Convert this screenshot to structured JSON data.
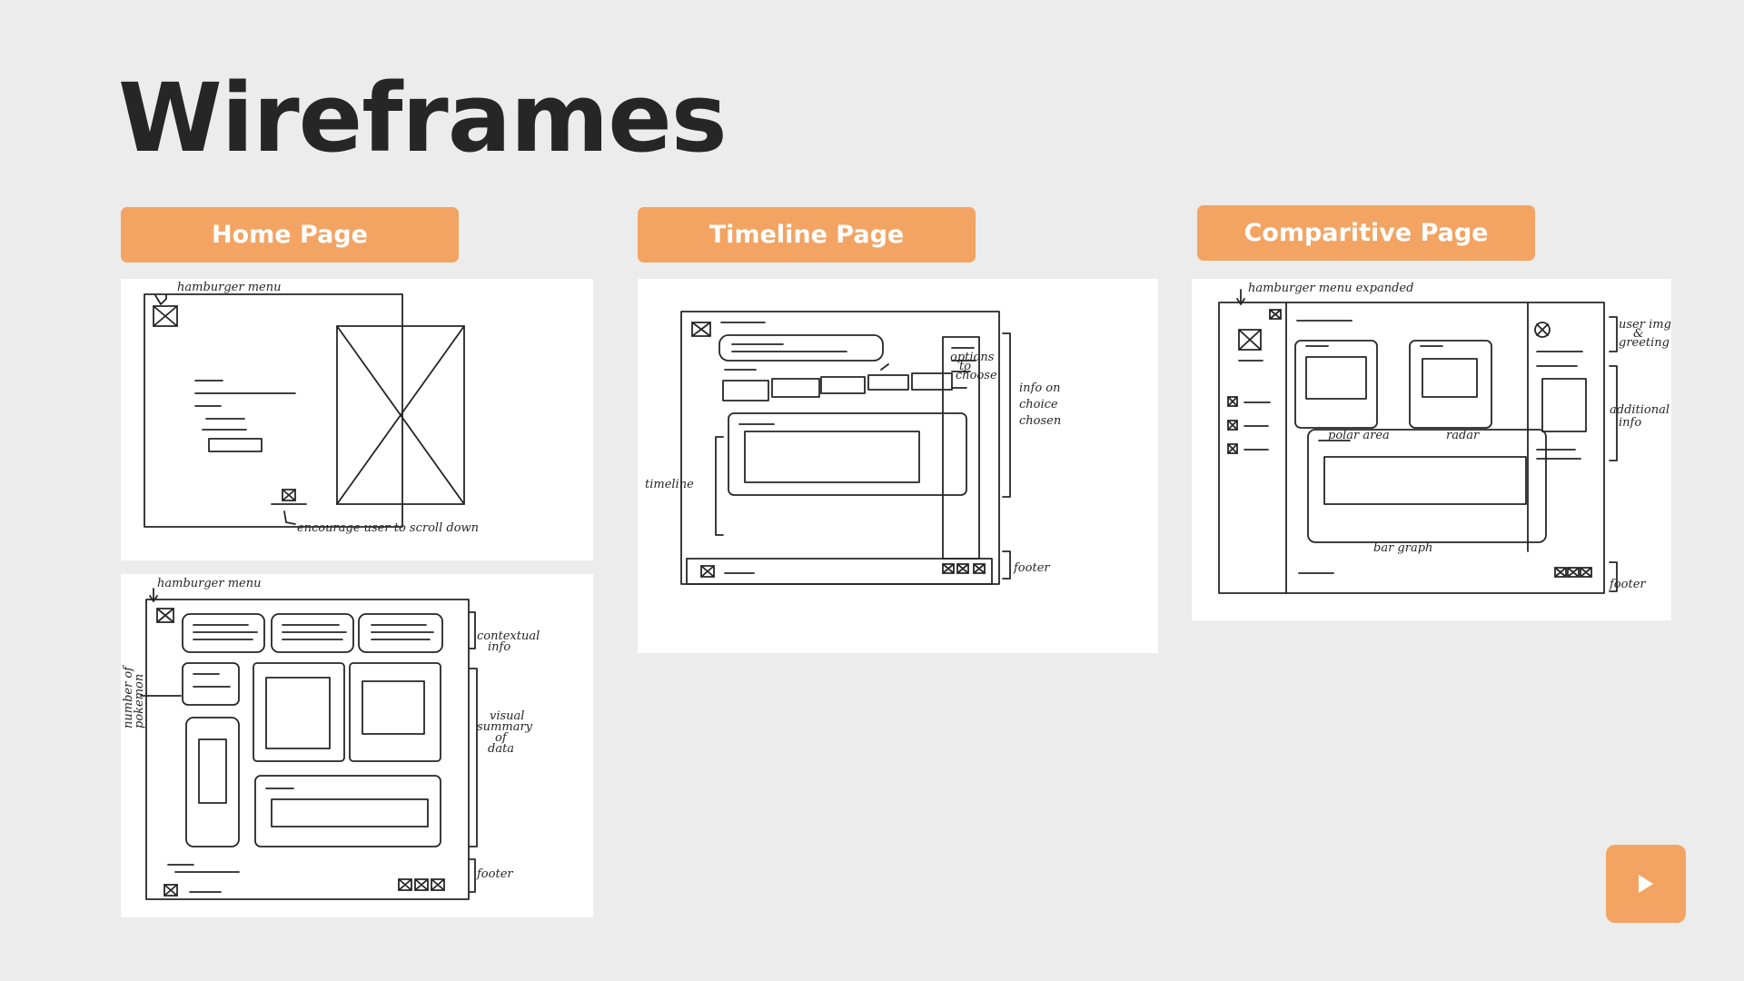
{
  "title": "Wireframes",
  "tabs": [
    {
      "label": "Home Page"
    },
    {
      "label": "Timeline Page"
    },
    {
      "label": "Comparitive Page"
    }
  ],
  "annotations": {
    "home_top": [
      "hamburger menu",
      "encourage user to scroll down"
    ],
    "home_bottom": [
      "hamburger menu",
      "contextual",
      "info",
      "number of",
      "pokemon",
      "visual",
      "summary",
      "of",
      "data",
      "footer"
    ],
    "timeline": [
      "options",
      "to",
      "choose",
      "info on",
      "choice",
      "chosen",
      "timeline",
      "footer"
    ],
    "comparitive": [
      "hamburger menu expanded",
      "user img",
      "&",
      "greeting",
      "additional",
      "info",
      "polar area",
      "radar",
      "bar graph",
      "footer"
    ]
  },
  "next_button": {
    "icon": "play-icon"
  },
  "colors": {
    "accent": "#f3a462",
    "background": "#ececec",
    "title": "#262626"
  }
}
